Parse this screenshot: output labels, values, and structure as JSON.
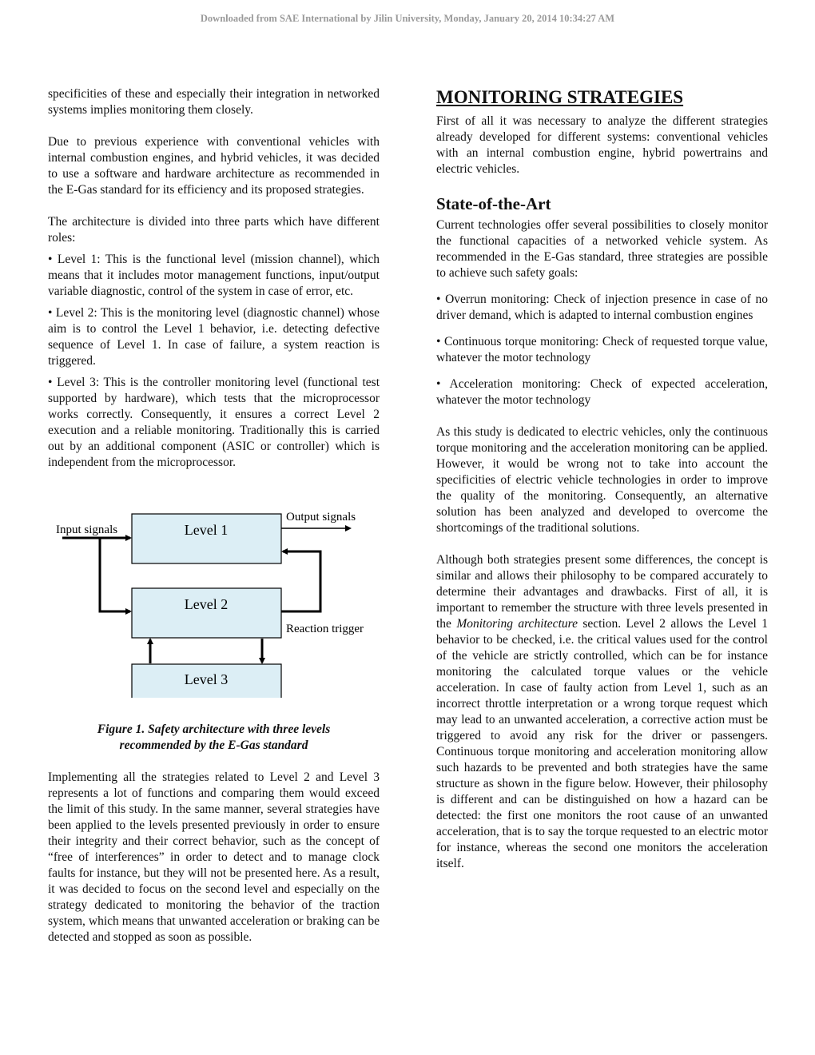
{
  "header": {
    "download_line": "Downloaded from SAE International by Jilin University, Monday, January 20, 2014 10:34:27 AM"
  },
  "left": {
    "p1": "specificities of these and especially their integration in networked systems implies monitoring them closely.",
    "p2": "Due to previous experience with conventional vehicles with internal combustion engines, and hybrid vehicles, it was decided to use a software and hardware architecture as recommended in the E-Gas standard for its efficiency and its proposed strategies.",
    "p3": "The architecture is divided into three parts which have different roles:",
    "b1": "• Level 1: This is the functional level (mission channel), which means that it includes motor management functions, input/output variable diagnostic, control of the system in case of error, etc.",
    "b2": "• Level 2: This is the monitoring level (diagnostic channel) whose aim is to control the Level 1 behavior, i.e. detecting defective sequence of Level 1. In case of failure, a system reaction is triggered.",
    "b3": "• Level 3: This is the controller monitoring level (functional test supported by hardware), which tests that the microprocessor works correctly. Consequently, it ensures a correct Level 2 execution and a reliable monitoring. Traditionally this is carried out by an additional component (ASIC or controller) which is independent from the microprocessor.",
    "figure": {
      "input_label": "Input signals",
      "output_label": "Output signals",
      "level1": "Level 1",
      "level2": "Level 2",
      "level3": "Level 3",
      "reaction_label": "Reaction trigger",
      "box_fill": "#dceef5",
      "caption_line1": "Figure 1. Safety architecture with three levels",
      "caption_line2": "recommended by the E-Gas standard"
    },
    "p4": "Implementing all the strategies related to Level 2 and Level 3 represents a lot of functions and comparing them would exceed the limit of this study. In the same manner, several strategies have been applied to the levels presented previously in order to ensure their integrity and their correct behavior, such as the concept of “free of interferences” in order to detect and to manage clock faults for instance, but they will not be presented here. As a result, it was decided to focus on the second level and especially on the strategy dedicated to monitoring the behavior of the traction system, which means that unwanted acceleration or braking can be detected and stopped as soon as possible."
  },
  "right": {
    "heading": "MONITORING STRATEGIES",
    "p1": "First of all it was necessary to analyze the different strategies already developed for different systems: conventional vehicles with an internal combustion engine, hybrid powertrains and electric vehicles.",
    "subheading": "State-of-the-Art",
    "p2": "Current technologies offer several possibilities to closely monitor the functional capacities of a networked vehicle system. As recommended in the E-Gas standard, three strategies are possible to achieve such safety goals:",
    "b1": "• Overrun monitoring: Check of injection presence in case of no driver demand, which is adapted to internal combustion engines",
    "b2": "• Continuous torque monitoring: Check of requested torque value, whatever the motor technology",
    "b3": "• Acceleration monitoring: Check of expected acceleration, whatever the motor technology",
    "p3": "As this study is dedicated to electric vehicles, only the continuous torque monitoring and the acceleration monitoring can be applied. However, it would be wrong not to take into account the specificities of electric vehicle technologies in order to improve the quality of the monitoring. Consequently, an alternative solution has been analyzed and developed to overcome the shortcomings of the traditional solutions.",
    "p4_a": "Although both strategies present some differences, the concept is similar and allows their philosophy to be compared accurately to determine their advantages and drawbacks. First of all, it is important to remember the structure with three levels presented in the ",
    "p4_em": "Monitoring architecture",
    "p4_b": " section. Level 2 allows the Level 1 behavior to be checked, i.e. the critical values used for the control of the vehicle are strictly controlled, which can be for instance monitoring the calculated torque values or the vehicle acceleration. In case of faulty action from Level 1, such as an incorrect throttle interpretation or a wrong torque request which may lead to an unwanted acceleration, a corrective action must be triggered to avoid any risk for the driver or passengers. Continuous torque monitoring and acceleration monitoring allow such hazards to be prevented and both strategies have the same structure as shown in the figure below. However, their philosophy is different and can be distinguished on how a hazard can be detected: the first one monitors the root cause of an unwanted acceleration, that is to say the torque requested to an electric motor for instance, whereas the second one monitors the acceleration itself."
  }
}
